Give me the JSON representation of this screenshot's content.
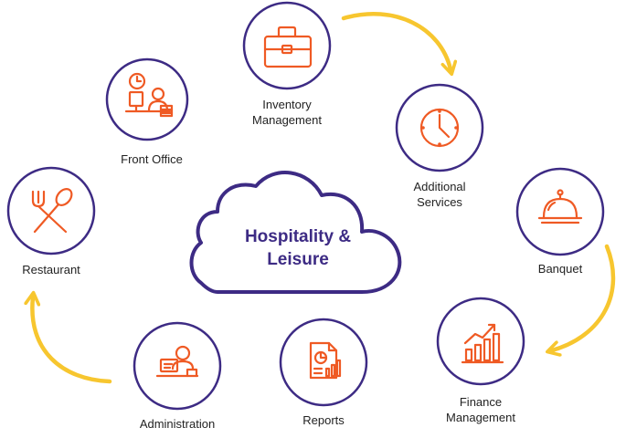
{
  "center": {
    "line1": "Hospitality &",
    "line2": "Leisure"
  },
  "nodes": [
    {
      "id": "inventory-management",
      "icon": "briefcase-icon",
      "label_lines": [
        "Inventory",
        "Management"
      ]
    },
    {
      "id": "additional-services",
      "icon": "clock-icon",
      "label_lines": [
        "Additional",
        "Services"
      ]
    },
    {
      "id": "banquet",
      "icon": "cloche-icon",
      "label_lines": [
        "Banquet"
      ]
    },
    {
      "id": "finance-management",
      "icon": "growth-chart-icon",
      "label_lines": [
        "Finance",
        "Management"
      ]
    },
    {
      "id": "reports",
      "icon": "report-document-icon",
      "label_lines": [
        "Reports"
      ]
    },
    {
      "id": "administration",
      "icon": "administrator-desk-icon",
      "label_lines": [
        "Administration"
      ]
    },
    {
      "id": "restaurant",
      "icon": "fork-spoon-icon",
      "label_lines": [
        "Restaurant"
      ]
    },
    {
      "id": "front-office",
      "icon": "receptionist-icon",
      "label_lines": [
        "Front Office"
      ]
    }
  ],
  "colors": {
    "circle_stroke": "#3d2b84",
    "icon": "#ef5a24",
    "arrow": "#f7c62f",
    "title": "#3d2b84",
    "label": "#222222"
  }
}
